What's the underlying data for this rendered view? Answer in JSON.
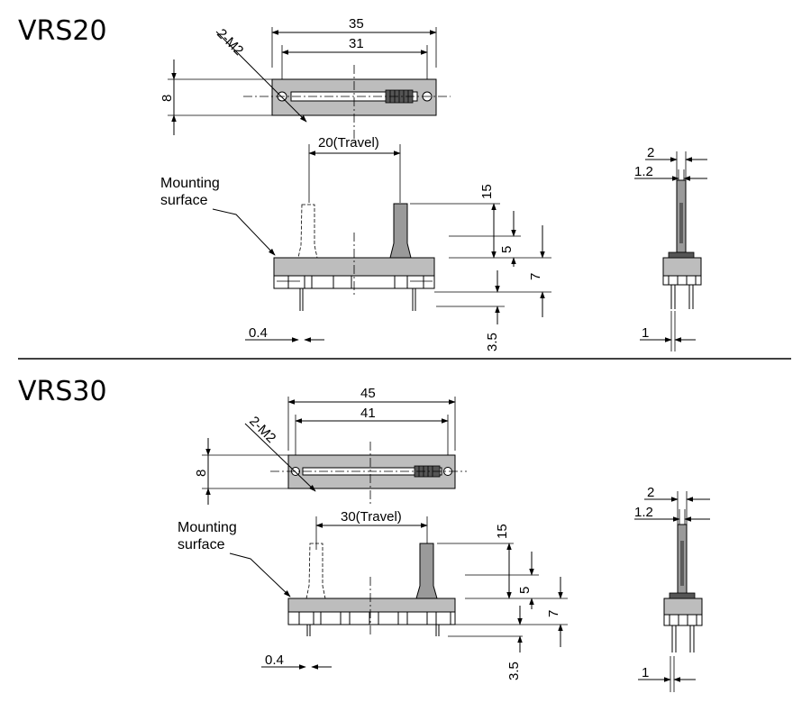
{
  "sections": [
    {
      "model": "VRS20",
      "top_view": {
        "overall": "35",
        "mount_pitch": "31",
        "height": "8",
        "holes": "2-M2"
      },
      "front_view": {
        "travel": "20(Travel)",
        "mounting_label_1": "Mounting",
        "mounting_label_2": "surface",
        "lever_height": "15",
        "lever_step": "5",
        "body_height": "7",
        "pin_length": "3.5",
        "pin_width": "0.4"
      },
      "side_view": {
        "lever_width": "2",
        "lever_thickness": "1.2",
        "pin_width": "1"
      }
    },
    {
      "model": "VRS30",
      "top_view": {
        "overall": "45",
        "mount_pitch": "41",
        "height": "8",
        "holes": "2-M2"
      },
      "front_view": {
        "travel": "30(Travel)",
        "mounting_label_1": "Mounting",
        "mounting_label_2": "surface",
        "lever_height": "15",
        "lever_step": "5",
        "body_height": "7",
        "pin_length": "3.5",
        "pin_width": "0.4"
      },
      "side_view": {
        "lever_width": "2",
        "lever_thickness": "1.2",
        "pin_width": "1"
      }
    }
  ]
}
